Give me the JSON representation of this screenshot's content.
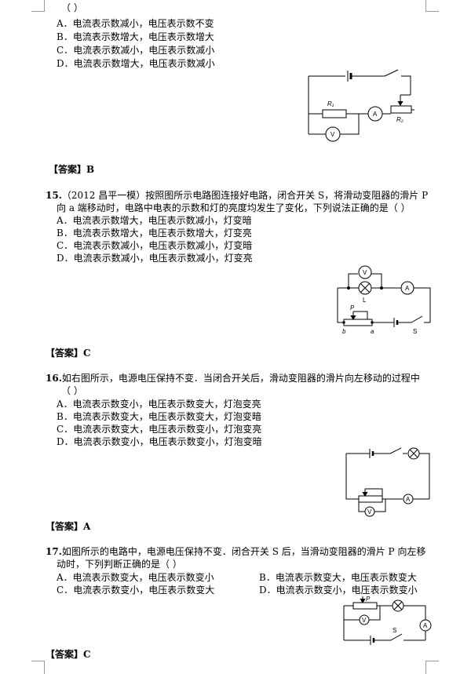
{
  "top_question": {
    "bracket": "（      ）",
    "options": [
      {
        "letter": "A．",
        "text": "电流表示数减小，电压表示数不变"
      },
      {
        "letter": "B．",
        "text": "电流表示数增大，电压表示数增大"
      },
      {
        "letter": "C．",
        "text": "电流表示数减小，电压表示数减小"
      },
      {
        "letter": "D．",
        "text": "电流表示数增大，电压表示数减小"
      }
    ],
    "answer_label": "【答案】",
    "answer": "B",
    "circuit_labels": {
      "r1": "R₁",
      "r2": "R₂",
      "ammeter": "A",
      "voltmeter": "V"
    }
  },
  "q15": {
    "number": "15.",
    "line1": "（2012 昌平一模）按照图所示电路图连接好电路，闭合开关 S，将滑动变阻器的滑片 P",
    "line2": "向 a 端移动时，电路中电表的示数和灯的亮度均发生了变化，下列说法正确的是（        ）",
    "options": [
      {
        "letter": "A．",
        "text": "电流表示数增大，电压表示数减小，灯变暗"
      },
      {
        "letter": "B．",
        "text": "电流表示数增大，电压表示数增大，灯变亮"
      },
      {
        "letter": "C．",
        "text": "电流表示数减小，电压表示数减小，灯变暗"
      },
      {
        "letter": "D．",
        "text": "电流表示数减小，电压表示数减小，灯变亮"
      }
    ],
    "answer_label": "【答案】",
    "answer": "C",
    "circuit_labels": {
      "voltmeter": "V",
      "lamp": "L",
      "ammeter": "A",
      "slider": "P",
      "end_b": "b",
      "end_a": "a",
      "switch": "S"
    }
  },
  "q16": {
    "number": "16.",
    "line1": "如右图所示，电源电压保持不变．当闭合开关后，滑动变阻器的滑片向左移动的过程中",
    "line2": "（      ）",
    "options": [
      {
        "letter": "A．",
        "text": "电流表示数变小，电压表示数变大，灯泡变亮"
      },
      {
        "letter": "B．",
        "text": "电流表示数变大，电压表示数变大，灯泡变暗"
      },
      {
        "letter": "C．",
        "text": "电流表示数变大，电压表示数变小，灯泡变亮"
      },
      {
        "letter": "D．",
        "text": "电流表示数变小，电压表示数变小，灯泡变暗"
      }
    ],
    "answer_label": "【答案】",
    "answer": "A",
    "circuit_labels": {
      "ammeter": "A",
      "voltmeter": "V"
    }
  },
  "q17": {
    "number": "17.",
    "line1": "如图所示的电路中，电源电压保持不变．闭合开关 S 后，当滑动变阻器的滑片 P 向左移",
    "line2": "动时，下列判断正确的是（      ）",
    "options": [
      {
        "letter": "A．",
        "text": "电流表示数变大，电压表示数变小"
      },
      {
        "letter": "B．",
        "text": "电流表示数变大，电压表示数变大"
      },
      {
        "letter": "C．",
        "text": "电流表示数变小，电压表示数变大"
      },
      {
        "letter": "D．",
        "text": "电流表示数变小，电压表示数变小"
      }
    ],
    "answer_label": "【答案】",
    "answer": "C",
    "circuit_labels": {
      "slider": "P",
      "voltmeter": "V",
      "switch": "S",
      "ammeter": "A"
    }
  }
}
